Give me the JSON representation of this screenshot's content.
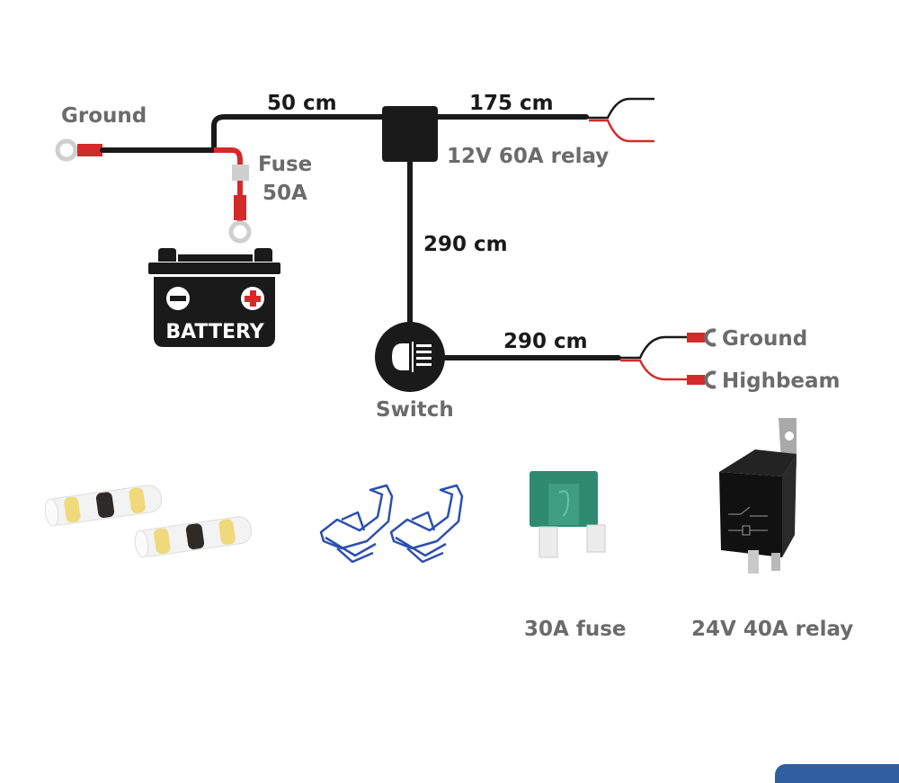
{
  "diagram": {
    "ground_top": "Ground",
    "fuse_label": "Fuse",
    "fuse_rating": "50A",
    "battery_label": "BATTERY",
    "len_50": "50 cm",
    "len_175": "175 cm",
    "relay_label": "12V 60A relay",
    "len_290_vertical": "290 cm",
    "len_290_horizontal": "290 cm",
    "switch_label": "Switch",
    "ground_right": "Ground",
    "highbeam": "Highbeam"
  },
  "accessories": {
    "fuse_30a": "30A fuse",
    "relay_24v": "24V 40A relay"
  },
  "colors": {
    "wire_black": "#1a1a1a",
    "wire_red": "#d42a2a",
    "label_gray": "#6b6b6b",
    "fuse_green": "#2e8b6e",
    "connector_blue": "#2c4fb0",
    "tab_blue": "#2f5f9e"
  }
}
